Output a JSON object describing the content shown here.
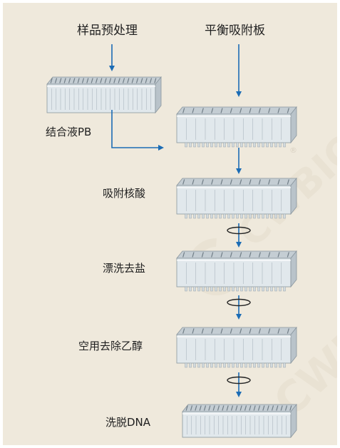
{
  "labels": {
    "sample_pretreatment": "样品预处理",
    "equilibrate_plate": "平衡吸附板",
    "binding_buffer": "结合液PB",
    "adsorb_nucleic_acid": "吸附核酸",
    "wash_desalt": "漂洗去盐",
    "remove_ethanol_by_spin": "空用去除乙醇",
    "elute_dna": "洗脱DNA"
  },
  "watermark": {
    "brand": "CWBIO",
    "registered_mark": "®"
  },
  "colors": {
    "background": "#efe9dc",
    "arrow": "#1b6cb5",
    "spin_ring": "#222222",
    "plate_body": "#dfe6ea",
    "plate_top": "#c3ccd2",
    "watermark": "#e8e1d3"
  },
  "icons": {
    "spin": "spin-ring-icon",
    "arrow": "arrow-down-icon",
    "plate": "96-well-plate-icon"
  }
}
